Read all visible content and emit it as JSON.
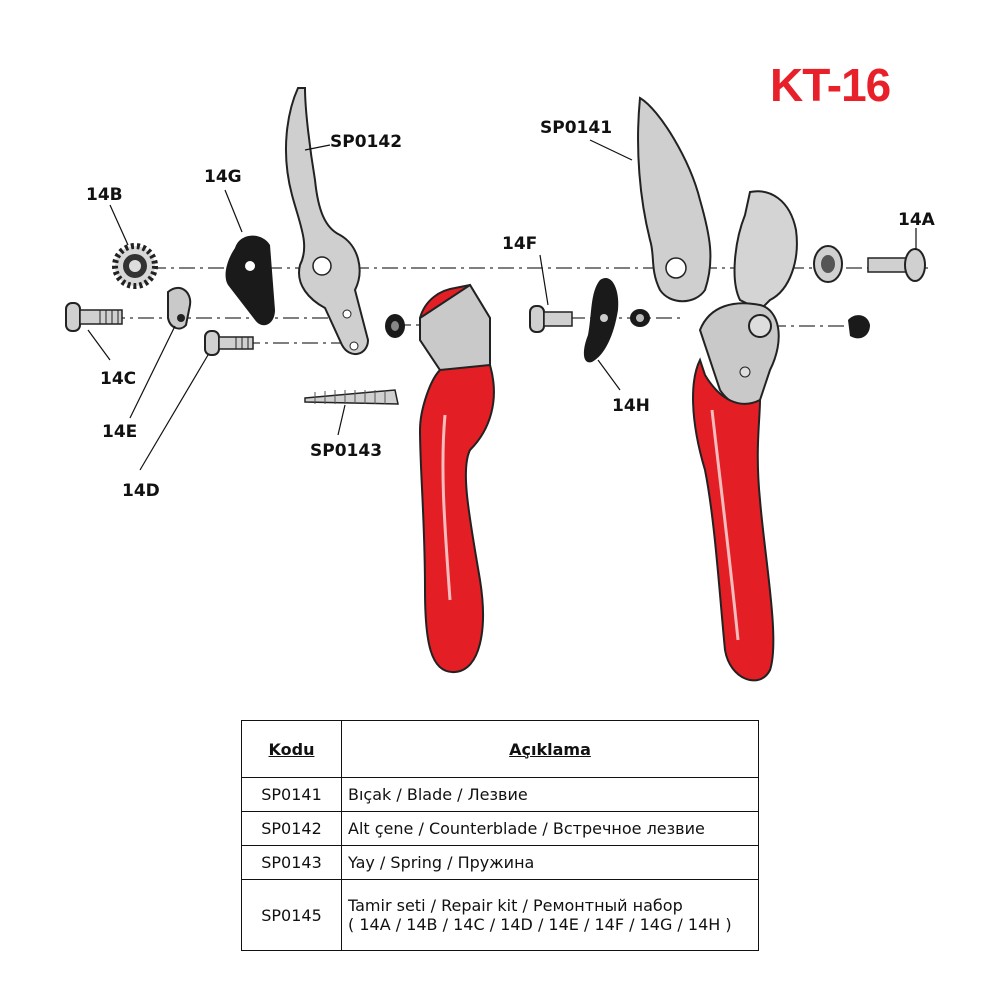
{
  "title": "KT-16",
  "colors": {
    "title": "#e8202a",
    "handle": "#e31e24",
    "metal": "#c9c9c9",
    "dark": "#1a1a1a"
  },
  "labels": {
    "sp0142": "SP0142",
    "sp0141": "SP0141",
    "sp0143": "SP0143",
    "l14a": "14A",
    "l14b": "14B",
    "l14c": "14C",
    "l14d": "14D",
    "l14e": "14E",
    "l14f": "14F",
    "l14g": "14G",
    "l14h": "14H"
  },
  "table": {
    "headers": {
      "code": "Kodu",
      "desc": "Açıklama"
    },
    "rows": [
      {
        "code": "SP0141",
        "desc": "Bıçak / Blade / Лезвие"
      },
      {
        "code": "SP0142",
        "desc": "Alt çene / Counterblade / Встречное лезвие"
      },
      {
        "code": "SP0143",
        "desc": "Yay / Spring / Пружина"
      },
      {
        "code": "SP0145",
        "desc": "Tamir seti / Repair kit / Ремонтный набор",
        "desc2": "( 14A / 14B / 14C / 14D / 14E / 14F / 14G / 14H )"
      }
    ]
  }
}
